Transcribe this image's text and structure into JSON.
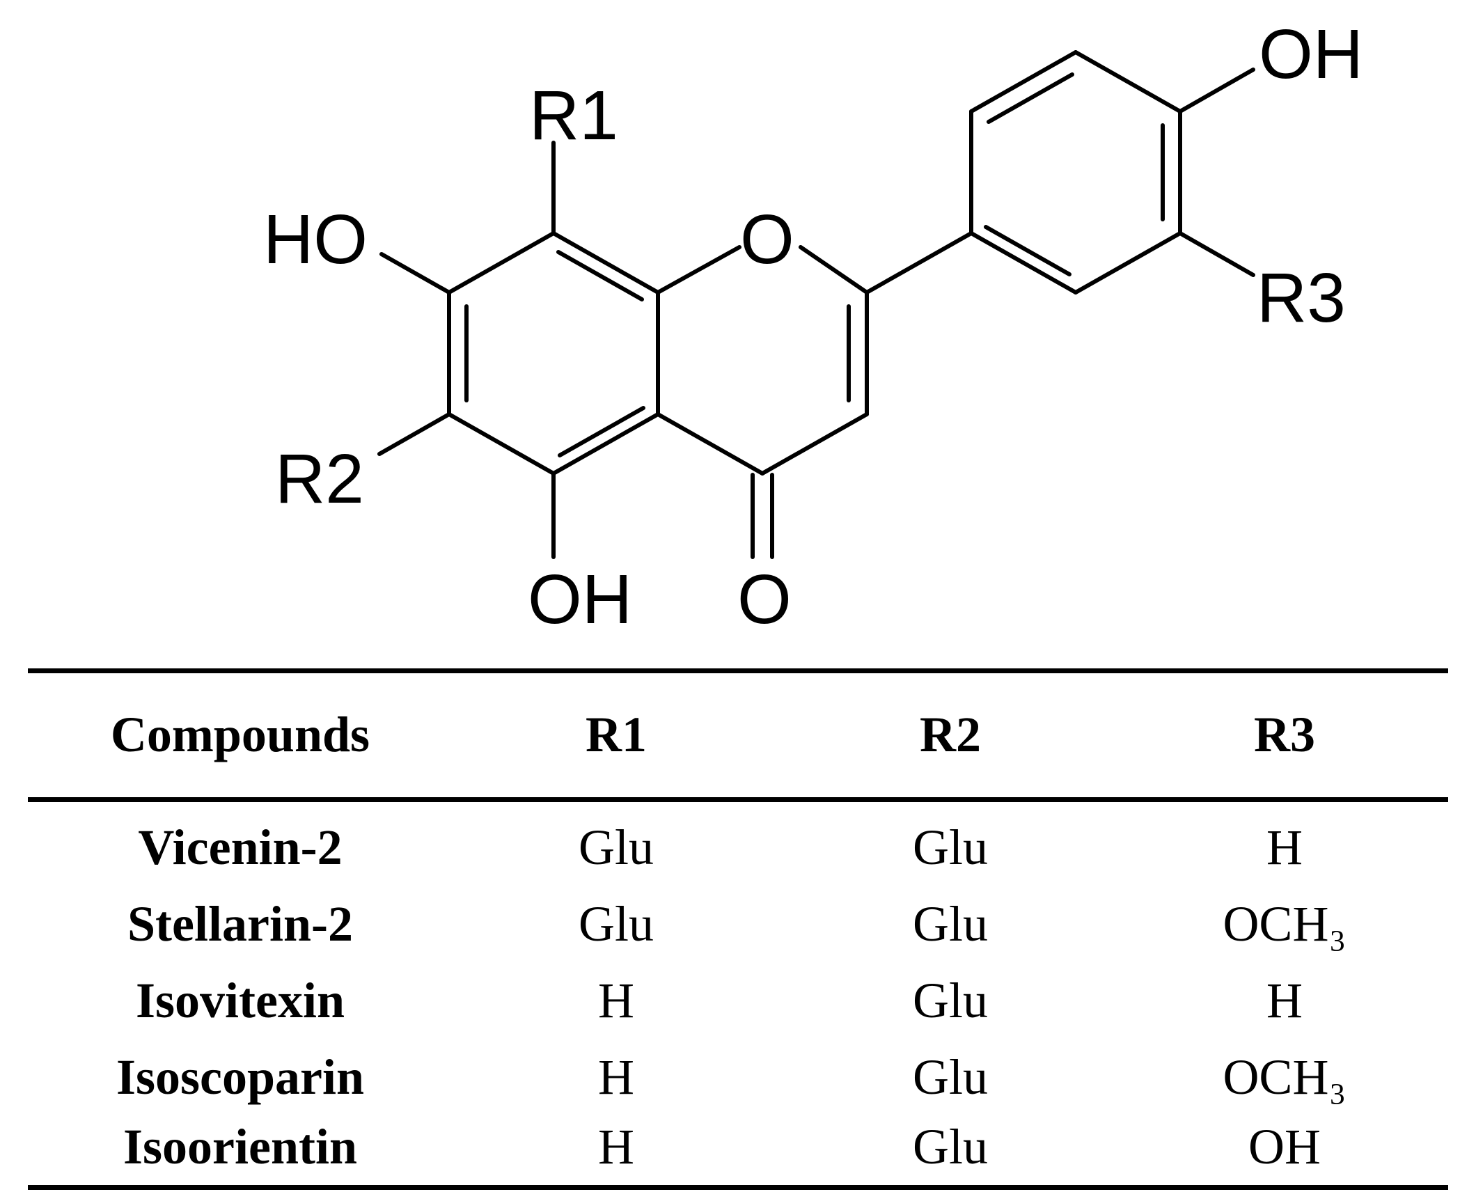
{
  "structure": {
    "labels": {
      "r1": "R1",
      "r2": "R2",
      "r3": "R3",
      "ho_7": "HO",
      "oh_5": "OH",
      "oh_4p": "OH",
      "ring_o": "O",
      "carbonyl_o": "O"
    }
  },
  "table": {
    "headers": [
      "Compounds",
      "R1",
      "R2",
      "R3"
    ],
    "rows": [
      [
        "Vicenin-2",
        "Glu",
        "Glu",
        "H"
      ],
      [
        "Stellarin-2",
        "Glu",
        "Glu",
        "OCH₃"
      ],
      [
        "Isovitexin",
        "H",
        "Glu",
        "H"
      ],
      [
        "Isoscoparin",
        "H",
        "Glu",
        "OCH₃"
      ],
      [
        "Isoorientin",
        "H",
        "Glu",
        "OH"
      ]
    ]
  }
}
